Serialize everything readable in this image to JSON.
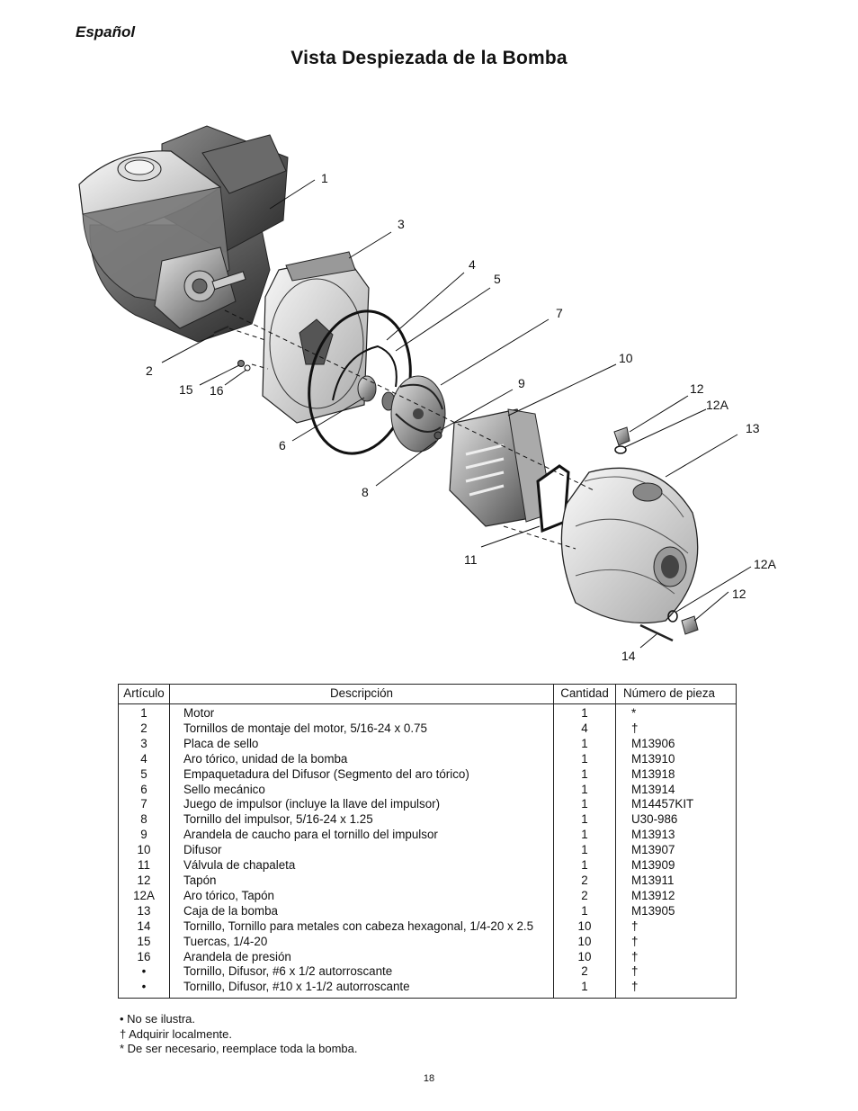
{
  "header": {
    "language": "Español",
    "title": "Vista Despiezada de la Bomba"
  },
  "diagram": {
    "callouts": [
      "1",
      "2",
      "3",
      "4",
      "5",
      "6",
      "7",
      "8",
      "9",
      "10",
      "11",
      "12",
      "12A",
      "13",
      "12A",
      "12",
      "14",
      "15",
      "16"
    ]
  },
  "table": {
    "headers": [
      "Artículo",
      "Descripción",
      "Cantidad",
      "Número de pieza"
    ],
    "rows": [
      [
        "1",
        "Motor",
        "1",
        "*"
      ],
      [
        "2",
        "Tornillos de montaje del motor, 5/16-24 x 0.75",
        "4",
        "†"
      ],
      [
        "3",
        "Placa de sello",
        "1",
        "M13906"
      ],
      [
        "4",
        "Aro tórico, unidad de la bomba",
        "1",
        "M13910"
      ],
      [
        "5",
        "Empaquetadura del Difusor (Segmento del aro tórico)",
        "1",
        "M13918"
      ],
      [
        "6",
        "Sello mecánico",
        "1",
        "M13914"
      ],
      [
        "7",
        "Juego de impulsor (incluye la llave del impulsor)",
        "1",
        "M14457KIT"
      ],
      [
        "8",
        "Tornillo del impulsor, 5/16-24 x 1.25",
        "1",
        "U30-986"
      ],
      [
        "9",
        "Arandela de caucho para el tornillo del impulsor",
        "1",
        "M13913"
      ],
      [
        "10",
        "Difusor",
        "1",
        "M13907"
      ],
      [
        "11",
        "Válvula de chapaleta",
        "1",
        "M13909"
      ],
      [
        "12",
        "Tapón",
        "2",
        "M13911"
      ],
      [
        "12A",
        "Aro tórico, Tapón",
        "2",
        "M13912"
      ],
      [
        "13",
        "Caja de la bomba",
        "1",
        "M13905"
      ],
      [
        "14",
        "Tornillo, Tornillo para metales con cabeza hexagonal, 1/4-20 x 2.5",
        "10",
        "†"
      ],
      [
        "15",
        "Tuercas, 1/4-20",
        "10",
        "†"
      ],
      [
        "16",
        "Arandela de presión",
        "10",
        "†"
      ],
      [
        "•",
        "Tornillo, Difusor, #6 x 1/2 autorroscante",
        "2",
        "†"
      ],
      [
        "•",
        "Tornillo, Difusor, #10 x 1-1/2 autorroscante",
        "1",
        "†"
      ]
    ]
  },
  "notes": [
    "• No se ilustra.",
    "† Adquirir localmente.",
    "* De ser necesario, reemplace toda la bomba."
  ],
  "page_number": "18"
}
